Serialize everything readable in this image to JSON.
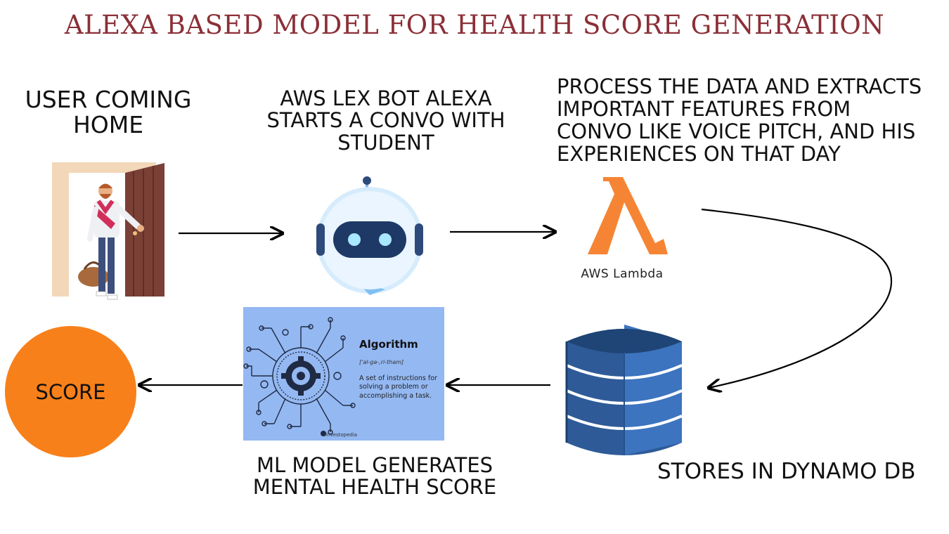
{
  "title": "ALEXA BASED MODEL FOR HEALTH SCORE GENERATION",
  "steps": {
    "user": {
      "caption": "USER COMING HOME"
    },
    "lex": {
      "caption": "AWS LEX BOT ALEXA STARTS A CONVO WITH STUDENT"
    },
    "process": {
      "caption_lines": [
        "PROCESS THE DATA AND EXTRACTS",
        "IMPORTANT FEATURES FROM",
        "CONVO LIKE VOICE PITCH, AND HIS",
        "EXPERIENCES ON THAT DAY"
      ],
      "logo_label": "AWS Lambda"
    },
    "dynamo": {
      "caption": "STORES IN DYNAMO DB"
    },
    "ml": {
      "caption": "ML MODEL GENERATES MENTAL HEALTH SCORE",
      "card_title": "Algorithm",
      "card_phonetic": "['al-ga-,ri-tham]",
      "card_description": "A set of instructions for solving a problem or accomplishing a task.",
      "card_brand": "Investopedia"
    },
    "score": {
      "label": "SCORE"
    }
  },
  "colors": {
    "title": "#8b2f37",
    "score": "#f8801a",
    "lambda": "#f58534",
    "dynamo": "#2f5f9c",
    "algo_bg": "#94b8f2"
  },
  "icons": [
    "person-at-door-icon",
    "chatbot-icon",
    "aws-lambda-icon",
    "dynamodb-icon",
    "algorithm-icon"
  ]
}
